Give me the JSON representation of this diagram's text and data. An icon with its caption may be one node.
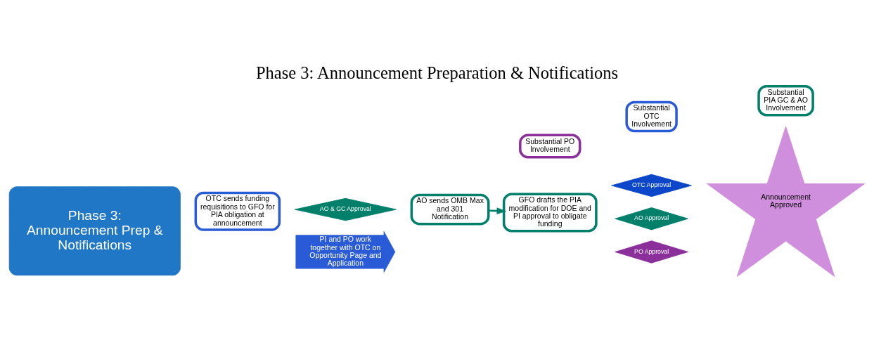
{
  "diagram": {
    "title": "Phase 3: Announcement Preparation & Notifications",
    "nodes": [
      {
        "text": [
          "Phase 3:",
          "Announcement Prep & Notifications"
        ]
      },
      {
        "text": [
          "OTC sends funding requisitions to GFO for PIA obligation at announcement"
        ]
      },
      {
        "text": [
          "AO & GC Approval"
        ]
      },
      {
        "text": [
          "AO sends OMB Max and 301 Notification"
        ]
      },
      {
        "text": [
          "GFO drafts the PIA modification for DOE and PI approval to obligate funding"
        ]
      },
      {
        "text": [
          "AO Approval"
        ]
      },
      {
        "text": [
          "OTC Approval"
        ]
      },
      {
        "text": [
          "PI and PO work together with OTC on Opportunity Page and Application"
        ]
      },
      {
        "text": [
          "PO Approval"
        ]
      },
      {
        "text": [
          "Announcement Approved"
        ]
      }
    ],
    "edges": [
      {
        "from": 3,
        "to": 4,
        "arrow": "to"
      }
    ],
    "legend": [
      {
        "text": "Substantial PO Involvement",
        "color": "#8b2f9a"
      },
      {
        "text": "Substantial OTC Involvement",
        "color": "#2a5bd7"
      },
      {
        "text": "Substantial PIA GC & AO Involvement",
        "color": "#007f6b"
      }
    ]
  }
}
